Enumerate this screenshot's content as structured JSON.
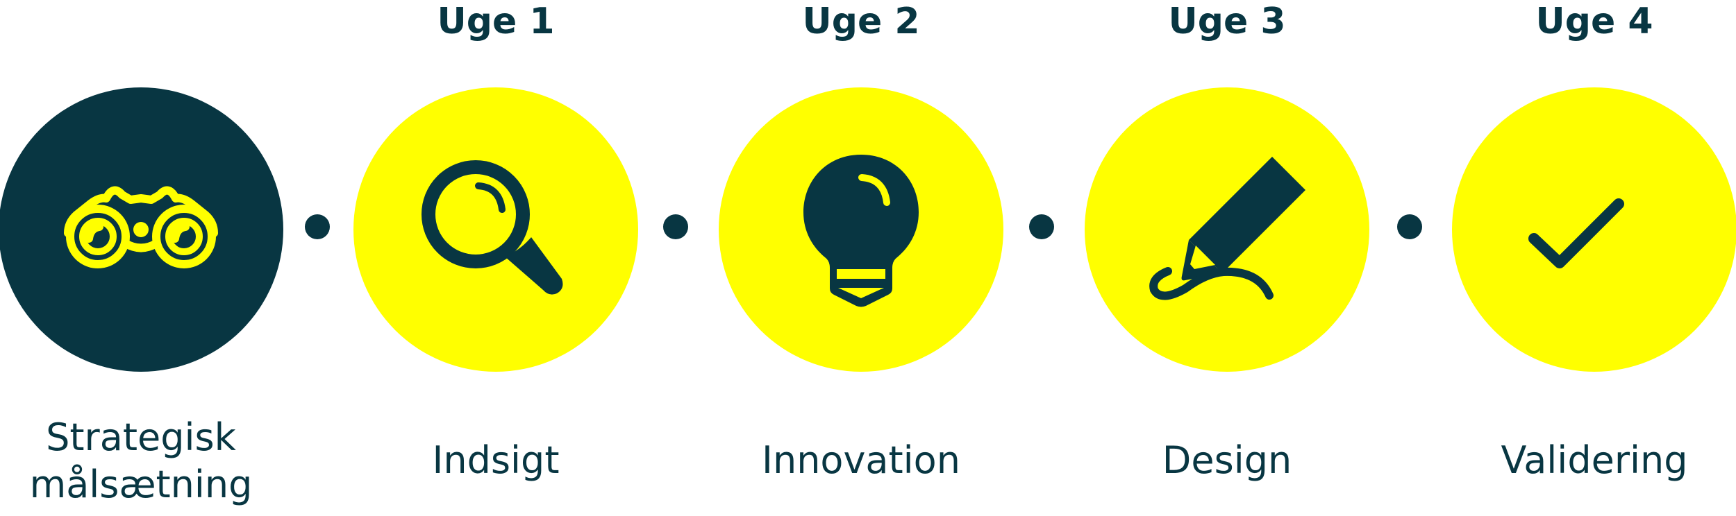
{
  "colors": {
    "dark": "#083642",
    "yellow": "#FFFF00",
    "background": "#FFFFFF"
  },
  "stages": [
    {
      "week": "",
      "label_line1": "Strategisk",
      "label_line2": "målsætning",
      "icon": "binoculars-icon",
      "style": "dark"
    },
    {
      "week": "Uge 1",
      "label_line1": "Indsigt",
      "label_line2": "",
      "icon": "magnifying-glass-icon",
      "style": "yellow"
    },
    {
      "week": "Uge 2",
      "label_line1": "Innovation",
      "label_line2": "",
      "icon": "lightbulb-icon",
      "style": "yellow"
    },
    {
      "week": "Uge 3",
      "label_line1": "Design",
      "label_line2": "",
      "icon": "marker-pen-icon",
      "style": "yellow"
    },
    {
      "week": "Uge 4",
      "label_line1": "Validering",
      "label_line2": "",
      "icon": "checkmark-icon",
      "style": "yellow"
    }
  ]
}
